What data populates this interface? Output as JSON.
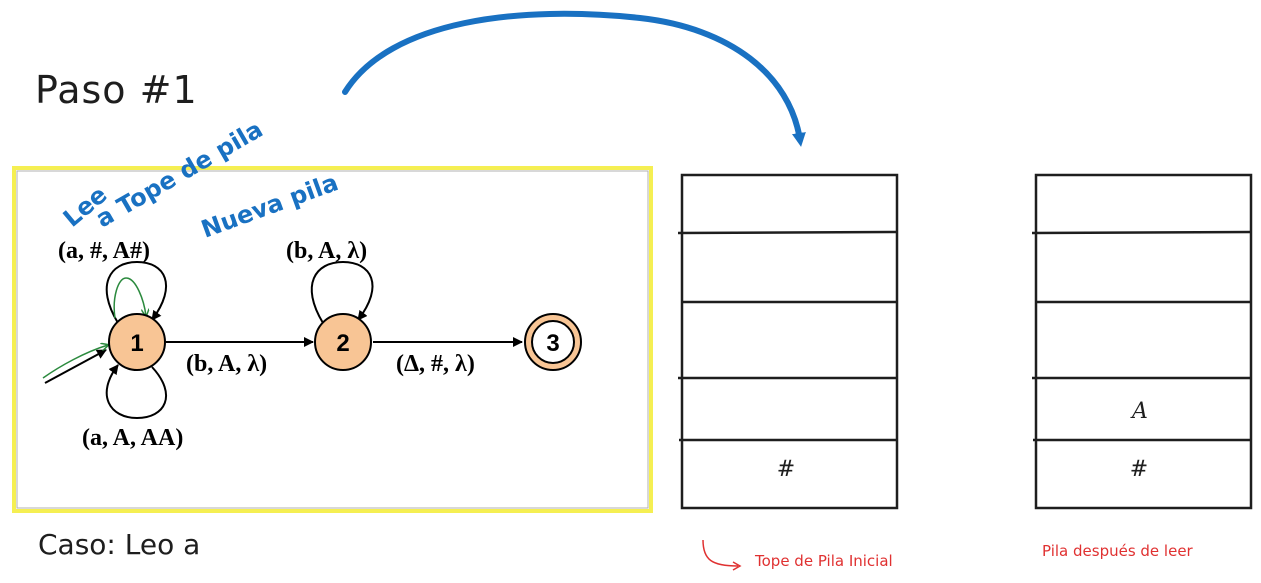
{
  "title": "Paso #1",
  "caption": "Caso: Leo a",
  "colors": {
    "frame_border": "#f5ef52",
    "state_fill": "#f8c595",
    "handwriting_blue": "#1971c2",
    "annotation_red": "#e03131",
    "trace_green": "#2b8a3e"
  },
  "automaton": {
    "states": [
      {
        "id": "1",
        "label": "1"
      },
      {
        "id": "2",
        "label": "2"
      },
      {
        "id": "3",
        "label": "3"
      }
    ],
    "transitions": {
      "loop_1_top": "(a, #, A#)",
      "loop_1_bottom": "(a, A, AA)",
      "edge_1_2": "(b, A, λ)",
      "loop_2_top": "(b, A, λ)",
      "edge_2_3": "(Δ, #, λ)"
    }
  },
  "handwritten_notes": {
    "lee": "Lee",
    "tope_de_pila": "a Tope de pila",
    "nueva_pila": "Nueva pila"
  },
  "stack_initial": {
    "cells": [
      "",
      "",
      "",
      "",
      "#"
    ],
    "note": "Tope de Pila Inicial"
  },
  "stack_after": {
    "cells": [
      "",
      "",
      "",
      "A",
      "#"
    ],
    "note": "Pila después de leer"
  }
}
